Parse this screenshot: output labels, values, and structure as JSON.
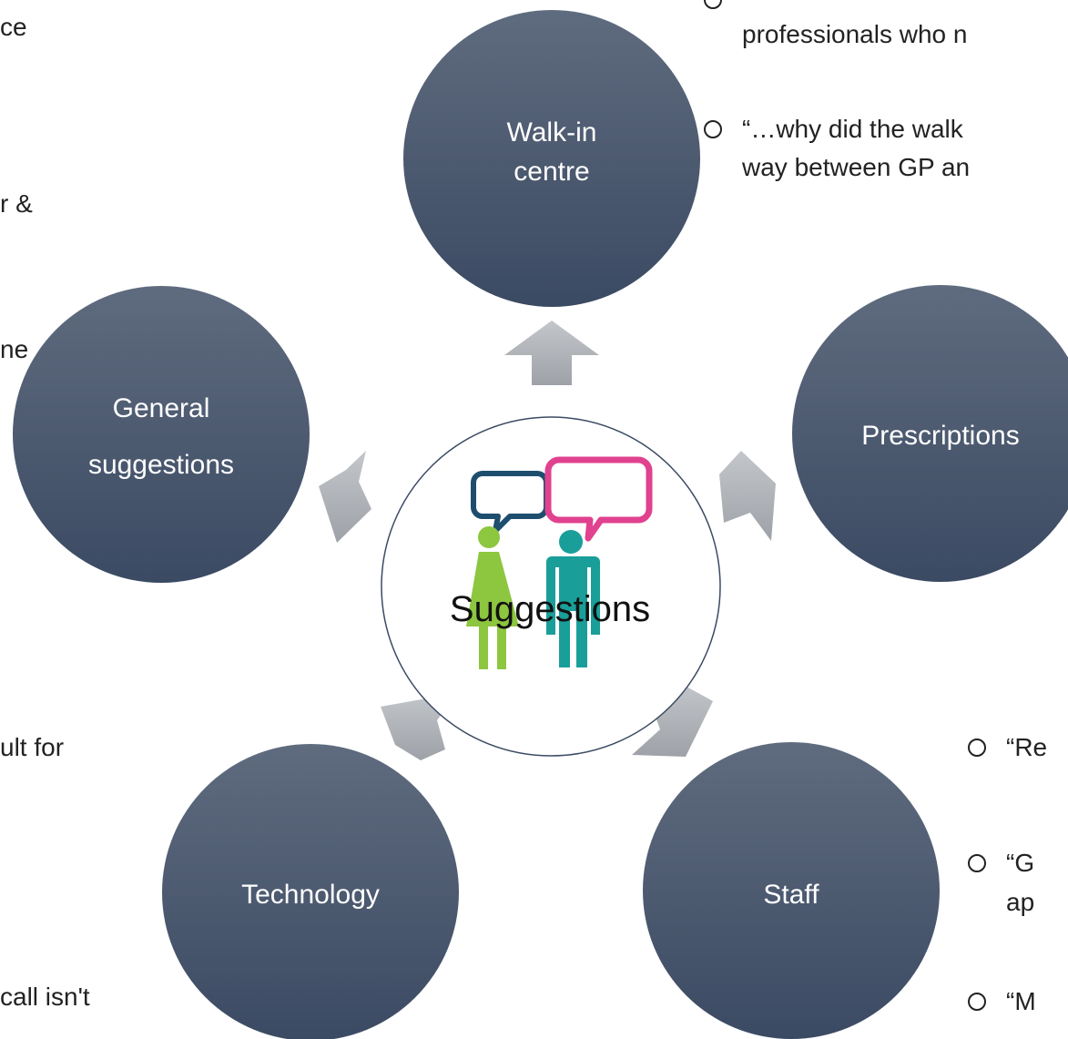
{
  "diagram": {
    "center": {
      "label": "Suggestions",
      "icon": "people-speech-icon"
    },
    "nodes": [
      {
        "id": "walk-in",
        "lines": [
          "Walk-in",
          "centre"
        ]
      },
      {
        "id": "prescriptions",
        "lines": [
          "Prescriptions"
        ]
      },
      {
        "id": "staff",
        "lines": [
          "Staff"
        ]
      },
      {
        "id": "technology",
        "lines": [
          "Technology"
        ]
      },
      {
        "id": "general",
        "lines": [
          "General",
          "suggestions"
        ]
      }
    ],
    "colors": {
      "node_top": "#5f6b7e",
      "node_bottom": "#3b4a63",
      "arrow": "#a9adb3",
      "woman": "#8dc63f",
      "man": "#1a9e9a",
      "bubble_left": "#1e4e6e",
      "bubble_right": "#e0428f"
    }
  },
  "left_text": [
    "ce",
    "r &",
    "ne",
    "ult for",
    "call isn't"
  ],
  "right_text": {
    "top": [
      "professionals who n",
      "“…why did the walk",
      "way between GP an"
    ],
    "bottom": [
      "“Re",
      "“G",
      "ap",
      "“M"
    ]
  }
}
